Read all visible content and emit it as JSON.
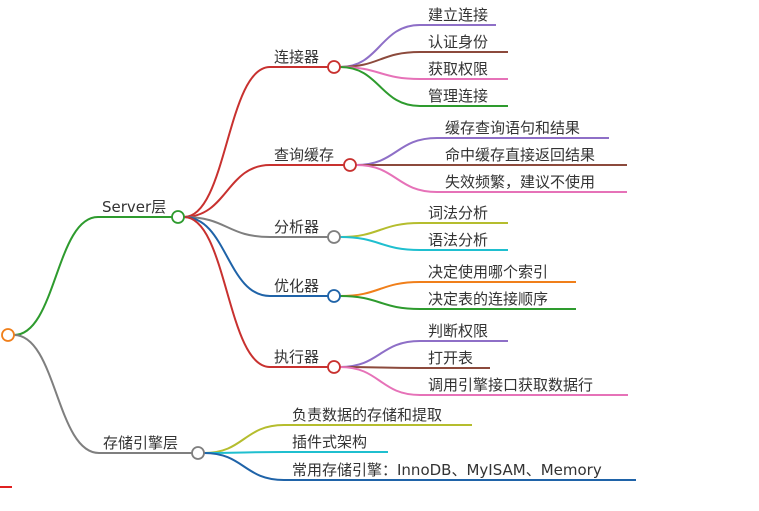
{
  "mindmap": {
    "server": {
      "label": "Server层",
      "color": "#2e9b2e",
      "children": [
        {
          "label": "连接器",
          "color": "#c8312f",
          "children": [
            {
              "label": "建立连接",
              "color": "#8e6fc7"
            },
            {
              "label": "认证身份",
              "color": "#8c4a3c"
            },
            {
              "label": "获取权限",
              "color": "#e672b8"
            },
            {
              "label": "管理连接",
              "color": "#2e9b2e"
            }
          ]
        },
        {
          "label": "查询缓存",
          "color": "#c8312f",
          "children": [
            {
              "label": "缓存查询语句和结果",
              "color": "#8e6fc7"
            },
            {
              "label": "命中缓存直接返回结果",
              "color": "#8c4a3c"
            },
            {
              "label": "失效频繁，建议不使用",
              "color": "#e672b8"
            }
          ]
        },
        {
          "label": "分析器",
          "color": "#7f7f7f",
          "children": [
            {
              "label": "词法分析",
              "color": "#b5bd2e"
            },
            {
              "label": "语法分析",
              "color": "#1fbfcf"
            }
          ]
        },
        {
          "label": "优化器",
          "color": "#1f63a8",
          "children": [
            {
              "label": "决定使用哪个索引",
              "color": "#f07f1a"
            },
            {
              "label": "决定表的连接顺序",
              "color": "#2e9b2e"
            }
          ]
        },
        {
          "label": "执行器",
          "color": "#c8312f",
          "children": [
            {
              "label": "判断权限",
              "color": "#8e6fc7"
            },
            {
              "label": "打开表",
              "color": "#8c4a3c"
            },
            {
              "label": "调用引擎接口获取数据行",
              "color": "#e672b8"
            }
          ]
        }
      ]
    },
    "storage": {
      "label": "存储引擎层",
      "color": "#7f7f7f",
      "children": [
        {
          "label": "负责数据的存储和提取",
          "color": "#b5bd2e"
        },
        {
          "label": "插件式架构",
          "color": "#1fbfcf"
        },
        {
          "label": "常用存储引擎：InnoDB、MyISAM、Memory",
          "color": "#1f63a8"
        }
      ]
    },
    "root_color": "#f07f1a",
    "edge_mark_color": "#e02020"
  }
}
